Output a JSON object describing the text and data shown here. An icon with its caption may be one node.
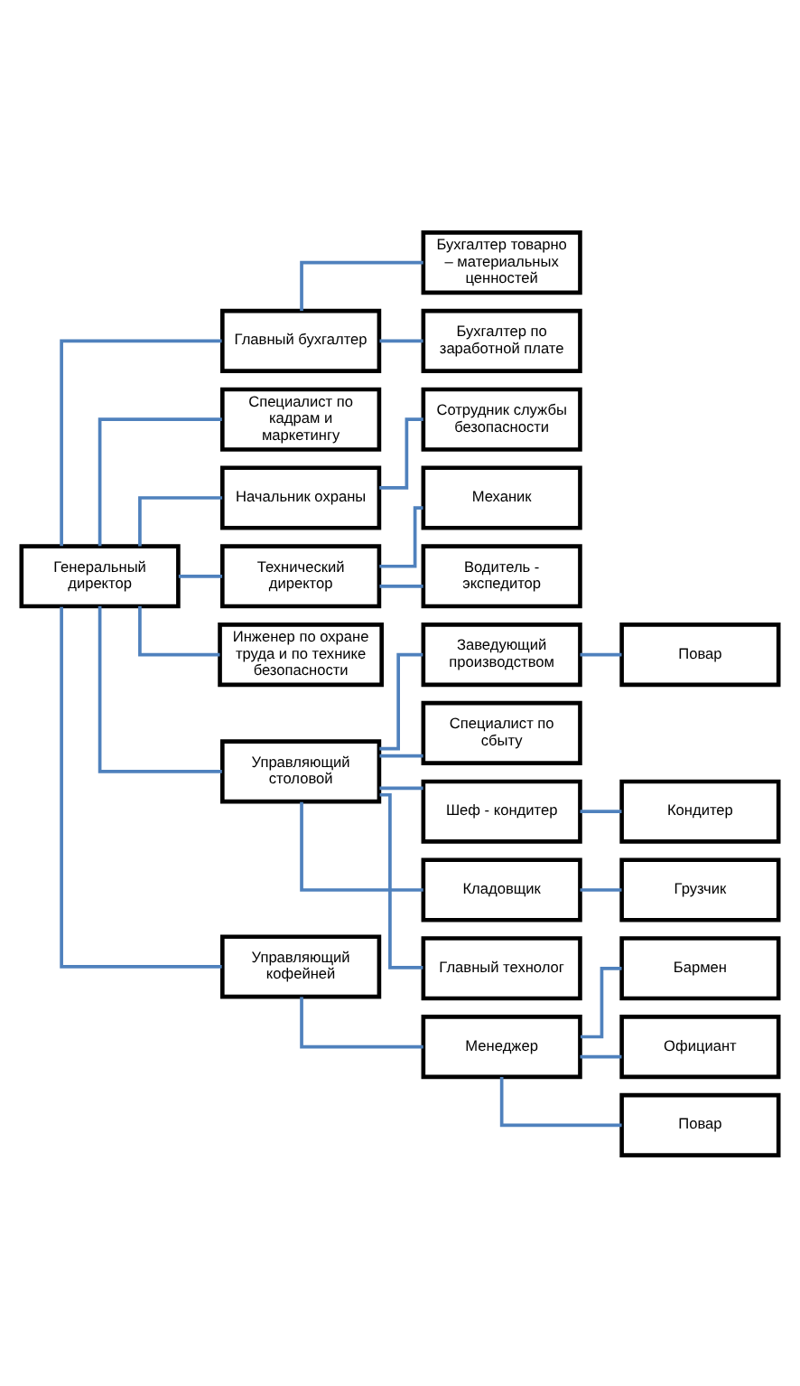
{
  "diagram": {
    "nodes": [
      {
        "text": [
          "Генеральный директор"
        ]
      },
      {
        "text": [
          "Главный бухгалтер"
        ]
      },
      {
        "text": [
          "Бухгалтер товарно – материальных ценностей"
        ]
      },
      {
        "text": [
          "Бухгалтер по заработной плате"
        ]
      },
      {
        "text": [
          "Специалист по кадрам и маркетингу"
        ]
      },
      {
        "text": [
          "Начальник охраны"
        ]
      },
      {
        "text": [
          "Сотрудник службы безопасности"
        ]
      },
      {
        "text": [
          "Технический директор"
        ]
      },
      {
        "text": [
          "Механик"
        ]
      },
      {
        "text": [
          "Водитель - экспедитор"
        ]
      },
      {
        "text": [
          "Инженер по охране труда и по технике безопасности"
        ]
      },
      {
        "text": [
          "Управляющий столовой"
        ]
      },
      {
        "text": [
          "Заведующий производством"
        ]
      },
      {
        "text": [
          "Специалист по сбыту"
        ]
      },
      {
        "text": [
          "Шеф - кондитер"
        ]
      },
      {
        "text": [
          "Кладовщик"
        ]
      },
      {
        "text": [
          "Главный технолог"
        ]
      },
      {
        "text": [
          "Повар"
        ]
      },
      {
        "text": [
          "Кондитер"
        ]
      },
      {
        "text": [
          "Грузчик"
        ]
      },
      {
        "text": [
          "Управляющий кофейней"
        ]
      },
      {
        "text": [
          "Менеджер"
        ]
      },
      {
        "text": [
          "Бармен"
        ]
      },
      {
        "text": [
          "Официант"
        ]
      },
      {
        "text": [
          "Повар"
        ]
      }
    ],
    "edges": [
      {
        "from": 0,
        "to": 1,
        "arrow": "none"
      },
      {
        "from": 1,
        "to": 2,
        "arrow": "none"
      },
      {
        "from": 1,
        "to": 3,
        "arrow": "none"
      },
      {
        "from": 0,
        "to": 4,
        "arrow": "none"
      },
      {
        "from": 0,
        "to": 5,
        "arrow": "none"
      },
      {
        "from": 5,
        "to": 6,
        "arrow": "none"
      },
      {
        "from": 0,
        "to": 7,
        "arrow": "none"
      },
      {
        "from": 7,
        "to": 8,
        "arrow": "none"
      },
      {
        "from": 7,
        "to": 9,
        "arrow": "none"
      },
      {
        "from": 0,
        "to": 10,
        "arrow": "none"
      },
      {
        "from": 0,
        "to": 11,
        "arrow": "none"
      },
      {
        "from": 11,
        "to": 12,
        "arrow": "none"
      },
      {
        "from": 11,
        "to": 13,
        "arrow": "none"
      },
      {
        "from": 11,
        "to": 14,
        "arrow": "none"
      },
      {
        "from": 11,
        "to": 15,
        "arrow": "none"
      },
      {
        "from": 11,
        "to": 16,
        "arrow": "none"
      },
      {
        "from": 12,
        "to": 17,
        "arrow": "none"
      },
      {
        "from": 14,
        "to": 18,
        "arrow": "none"
      },
      {
        "from": 15,
        "to": 19,
        "arrow": "none"
      },
      {
        "from": 0,
        "to": 20,
        "arrow": "none"
      },
      {
        "from": 20,
        "to": 21,
        "arrow": "none"
      },
      {
        "from": 21,
        "to": 22,
        "arrow": "none"
      },
      {
        "from": 21,
        "to": 23,
        "arrow": "none"
      },
      {
        "from": 21,
        "to": 24,
        "arrow": "none"
      }
    ]
  }
}
